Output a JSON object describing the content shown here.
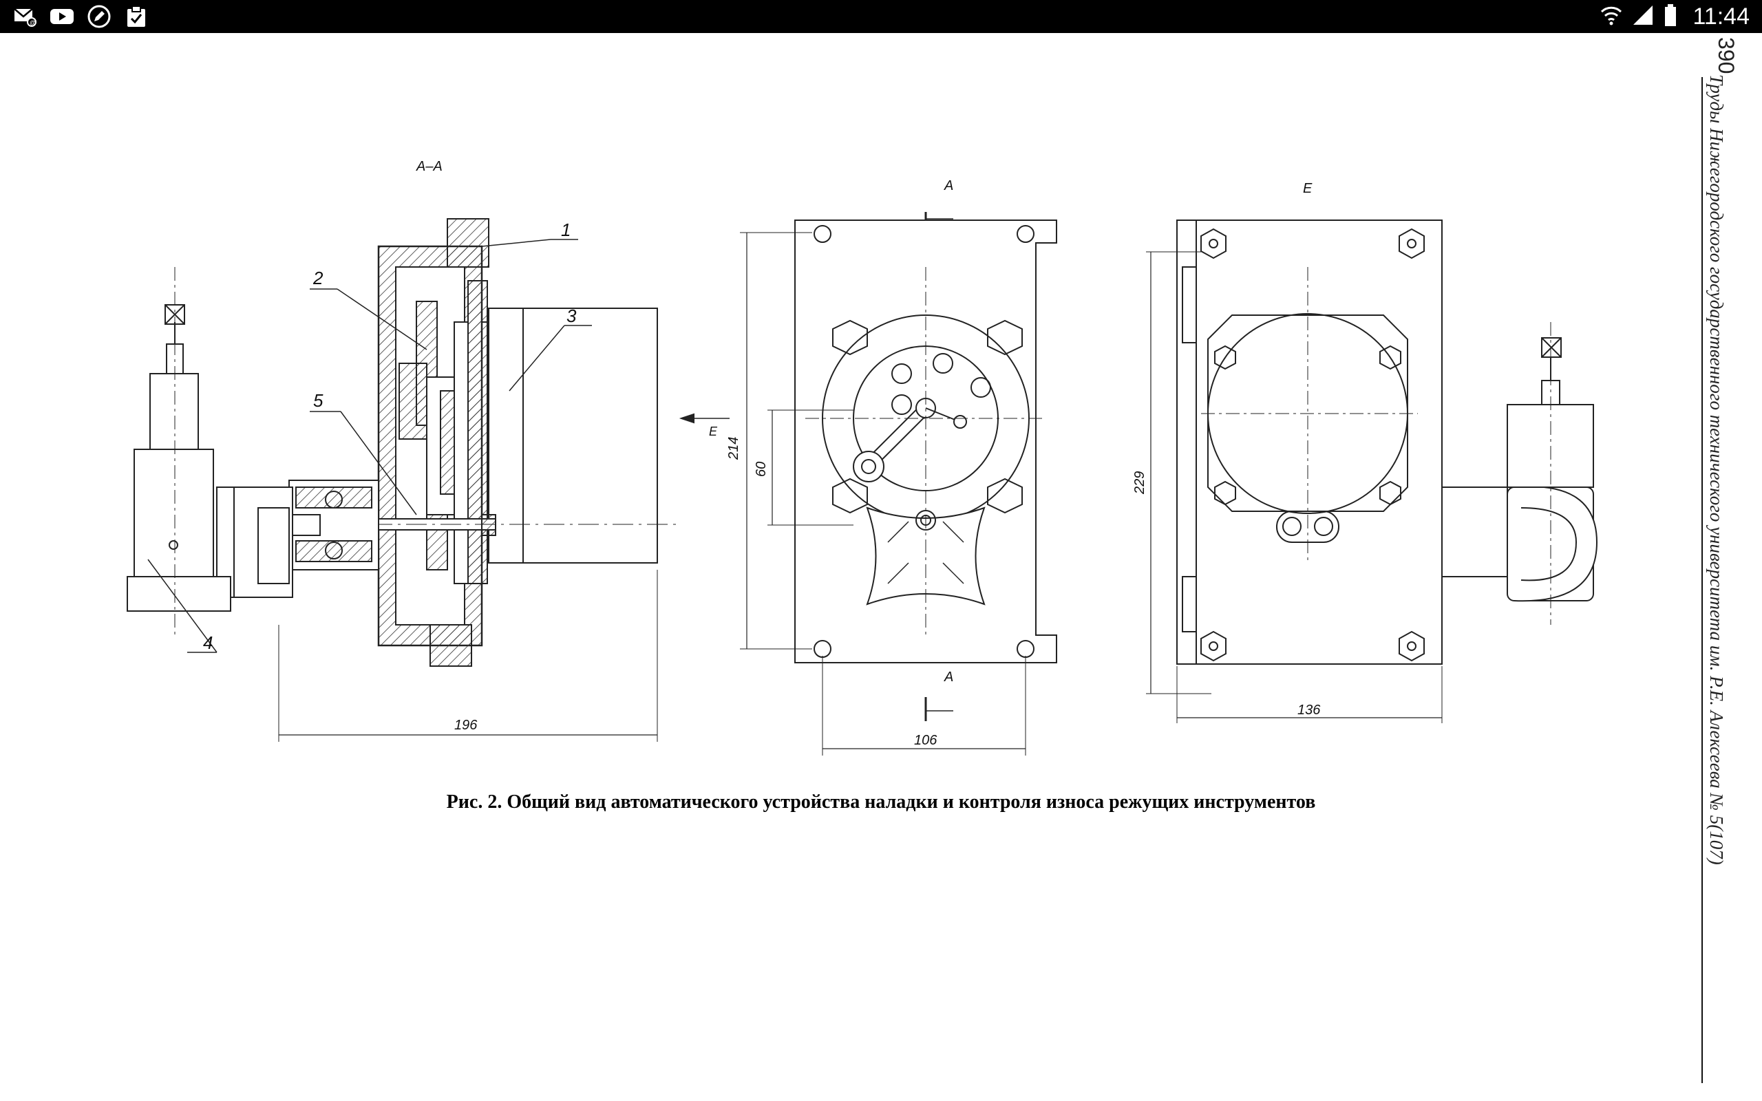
{
  "status_bar": {
    "icons_left": [
      "mail-icon",
      "youtube-icon",
      "edit-icon",
      "clipboard-check-icon"
    ],
    "icons_right": [
      "wifi-icon",
      "signal-icon",
      "battery-icon"
    ],
    "time": "11:44"
  },
  "page": {
    "page_number": "390",
    "running_header": "Труды Нижегородского государственного технического университета им. Р.Е. Алексеева № 5(107)",
    "caption": "Рис. 2. Общий вид автоматического устройства наладки и контроля износа режущих инструментов"
  },
  "drawing": {
    "section_label": "А–А",
    "view_label": "Е",
    "arrow_label_top": "А",
    "arrow_label_bottom": "А",
    "arrow_label_side": "Е",
    "callouts": [
      "1",
      "2",
      "3",
      "4",
      "5"
    ],
    "dimensions": {
      "width_left": "196",
      "height_middle": "214",
      "inner_middle": "60",
      "width_middle": "106",
      "height_right": "229",
      "width_right": "136"
    }
  }
}
